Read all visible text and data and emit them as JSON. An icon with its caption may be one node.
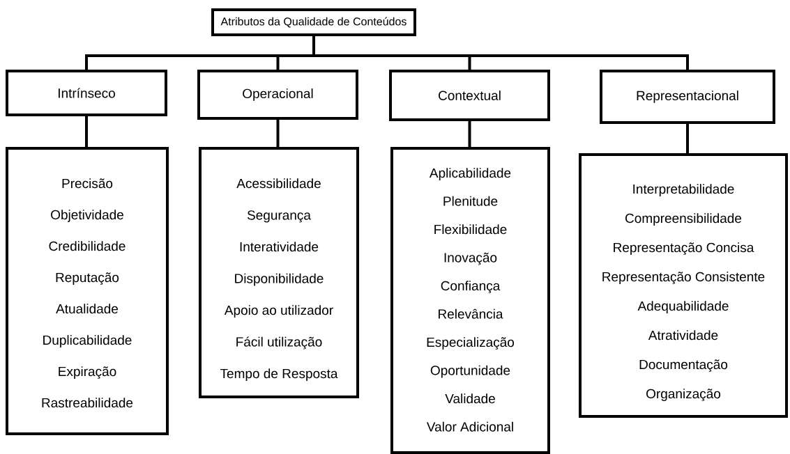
{
  "diagram": {
    "nodes": [
      {
        "text": [
          "Atributos da Qualidade de Conteúdos"
        ]
      },
      {
        "text": [
          "Intrínseco"
        ]
      },
      {
        "text": [
          "Operacional"
        ]
      },
      {
        "text": [
          "Contextual"
        ]
      },
      {
        "text": [
          "Representacional"
        ]
      },
      {
        "text": [
          "Precisão",
          "Objetividade",
          "Credibilidade",
          "Reputação",
          "Atualidade",
          "Duplicabilidade",
          "Expiração",
          "Rastreabilidade"
        ]
      },
      {
        "text": [
          "Acessibilidade",
          "Segurança",
          "Interatividade",
          "Disponibilidade",
          "Apoio ao utilizador",
          "Fácil utilização",
          "Tempo de Resposta"
        ]
      },
      {
        "text": [
          "Aplicabilidade",
          "Plenitude",
          "Flexibilidade",
          "Inovação",
          "Confiança",
          "Relevância",
          "Especialização",
          "Oportunidade",
          "Validade",
          "Valor Adicional"
        ]
      },
      {
        "text": [
          "Interpretabilidade",
          "Compreensibilidade",
          "Representação Concisa",
          "Representação Consistente",
          "Adequabilidade",
          "Atratividade",
          "Documentação",
          "Organização"
        ]
      }
    ],
    "edges": [
      {
        "from": 0,
        "to": 1,
        "arrow": "none"
      },
      {
        "from": 0,
        "to": 2,
        "arrow": "none"
      },
      {
        "from": 0,
        "to": 3,
        "arrow": "none"
      },
      {
        "from": 0,
        "to": 4,
        "arrow": "none"
      },
      {
        "from": 1,
        "to": 5,
        "arrow": "none"
      },
      {
        "from": 2,
        "to": 6,
        "arrow": "none"
      },
      {
        "from": 3,
        "to": 7,
        "arrow": "none"
      },
      {
        "from": 4,
        "to": 8,
        "arrow": "none"
      }
    ]
  }
}
